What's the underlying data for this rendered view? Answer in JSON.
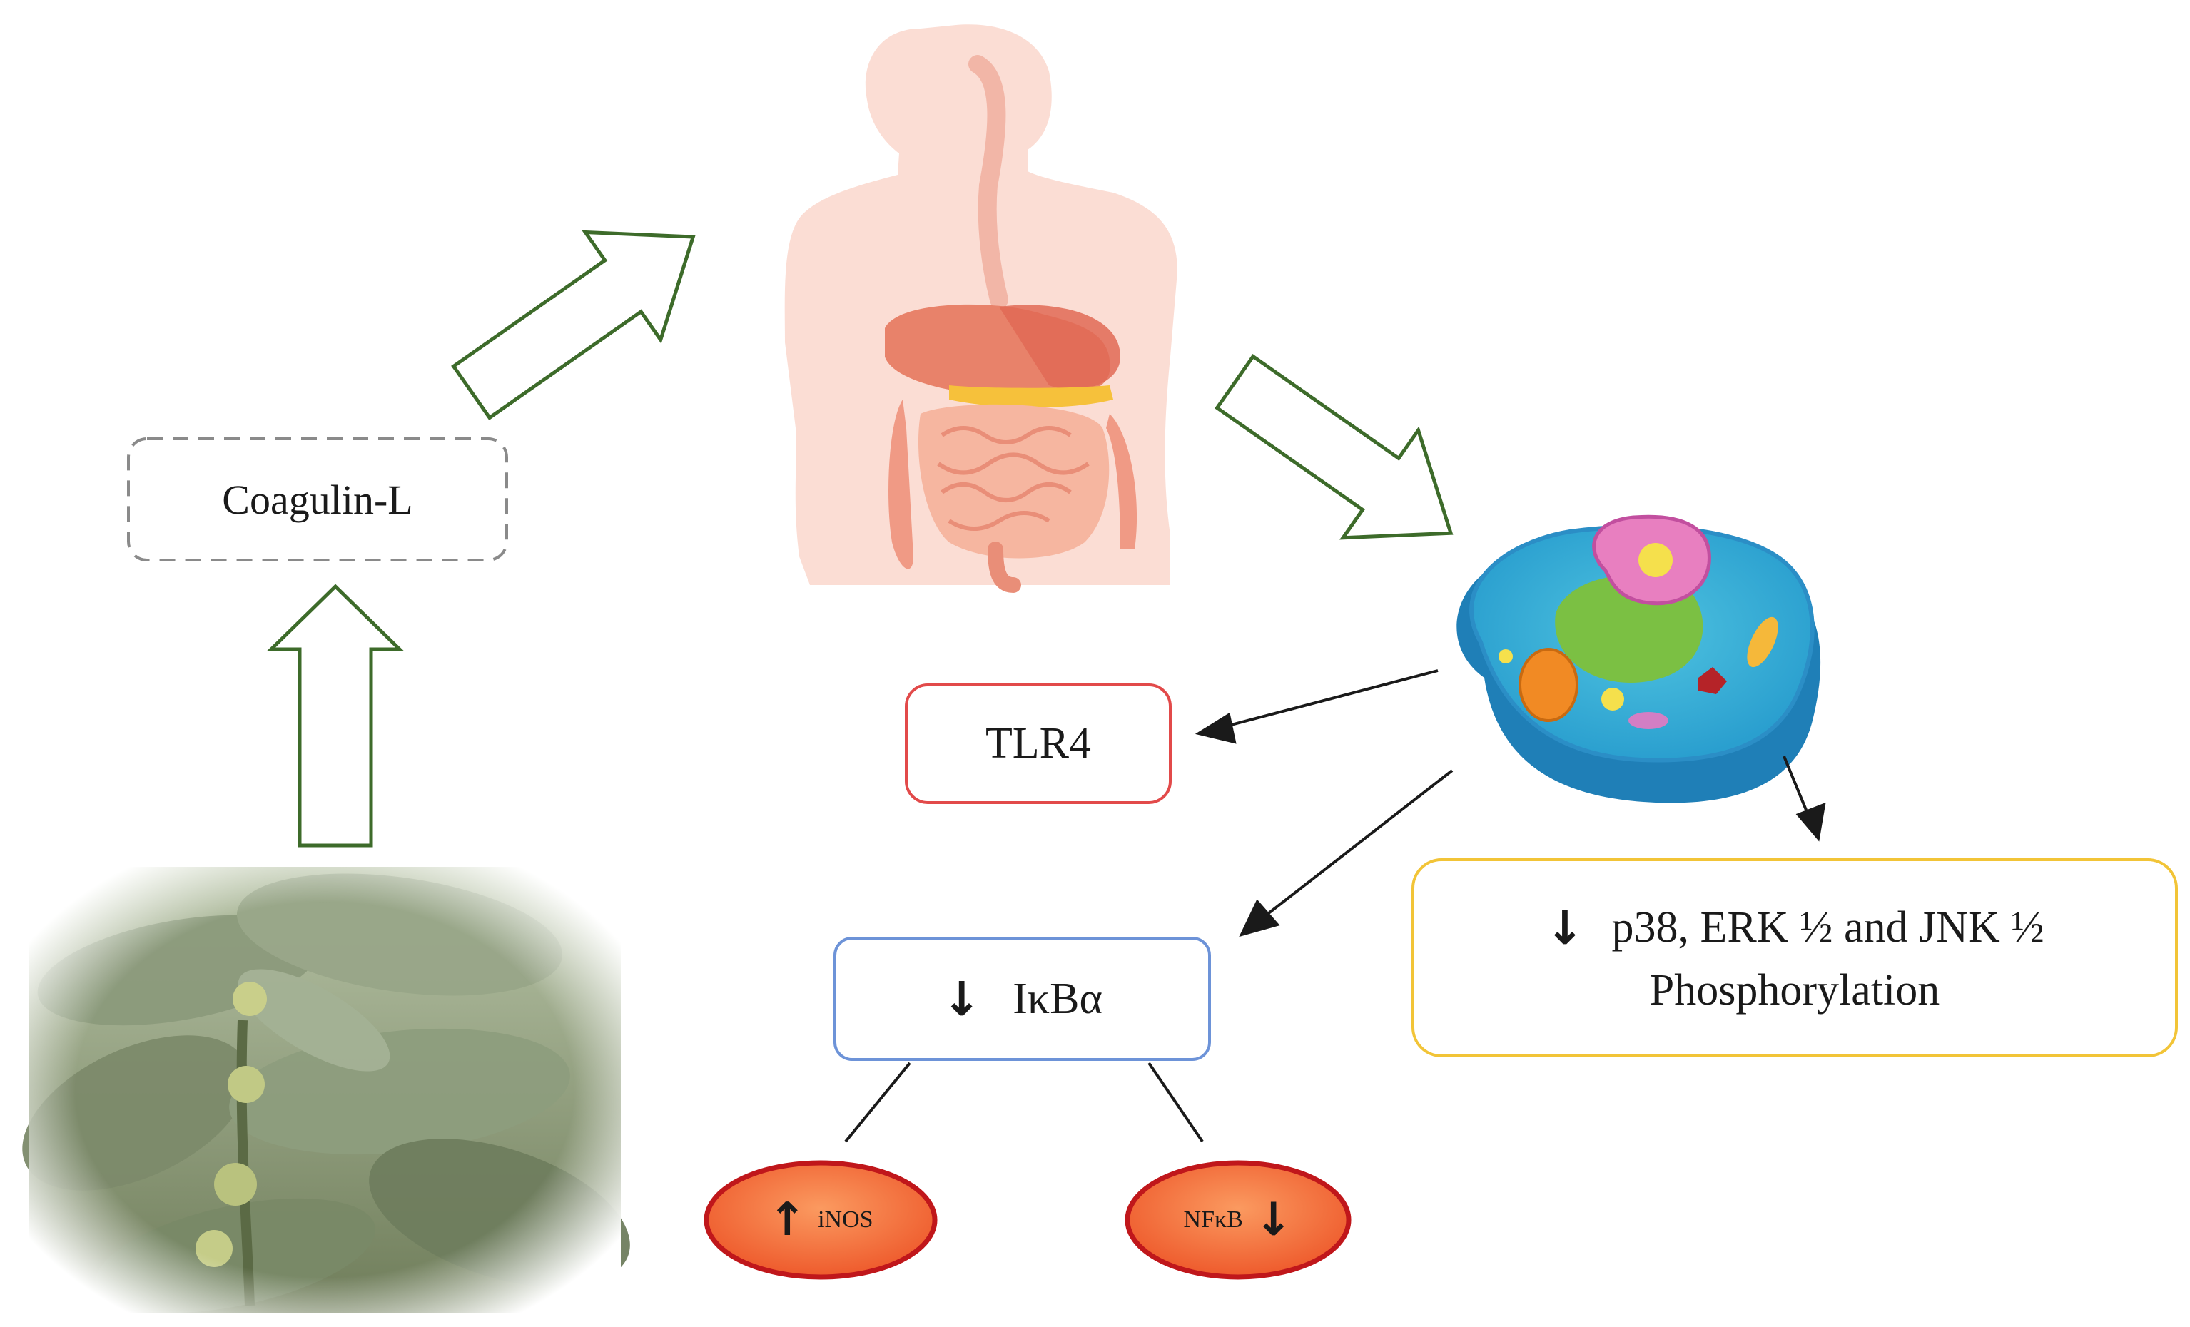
{
  "diagram": {
    "source_label": "Coagulin-L",
    "receptor_label": "TLR4",
    "ikba": {
      "arrow": "↓",
      "label": "IκBα"
    },
    "mapk": {
      "arrow": "↓",
      "line1": "p38, ERK ½ and JNK ½",
      "line2": "Phosphorylation"
    },
    "inos": {
      "arrow": "↑",
      "label": "iNOS"
    },
    "nfkb": {
      "arrow": "↓",
      "label": "NFκB"
    }
  },
  "colors": {
    "flow_arrow": "#3d6b2a",
    "coagulin_border": "#8a8a8a",
    "tlr4_border": "#e24a4a",
    "ikba_border": "#6d93d8",
    "mapk_border": "#f2c437",
    "ellipse_fill": "#f36d3c",
    "ellipse_border": "#c0171b"
  },
  "icons": [
    "withania-plant-photo",
    "human-digestive-system-illustration",
    "animal-cell-illustration"
  ]
}
